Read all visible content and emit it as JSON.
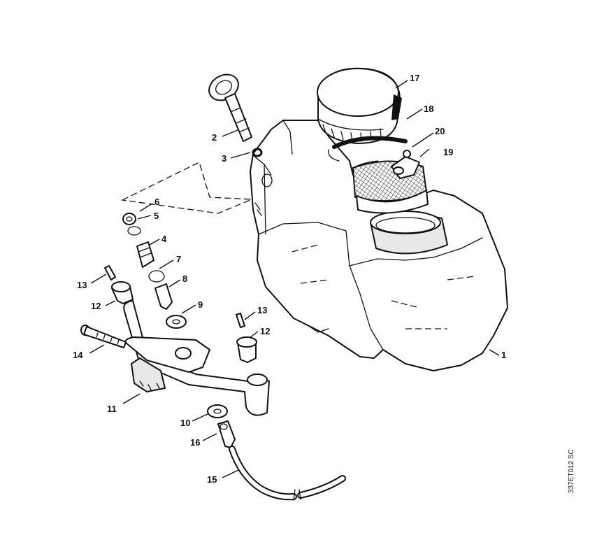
{
  "drawing": {
    "code": "337ET012 SC",
    "parts": [
      {
        "key": "p1",
        "label": "1"
      },
      {
        "key": "p2",
        "label": "2"
      },
      {
        "key": "p3",
        "label": "3"
      },
      {
        "key": "p4",
        "label": "4"
      },
      {
        "key": "p5",
        "label": "5"
      },
      {
        "key": "p6",
        "label": "6"
      },
      {
        "key": "p7",
        "label": "7"
      },
      {
        "key": "p8",
        "label": "8"
      },
      {
        "key": "p9",
        "label": "9"
      },
      {
        "key": "p10",
        "label": "10"
      },
      {
        "key": "p11",
        "label": "11"
      },
      {
        "key": "p12a",
        "label": "12"
      },
      {
        "key": "p12b",
        "label": "12"
      },
      {
        "key": "p13a",
        "label": "13"
      },
      {
        "key": "p13b",
        "label": "13"
      },
      {
        "key": "p14",
        "label": "14"
      },
      {
        "key": "p15",
        "label": "15"
      },
      {
        "key": "p16",
        "label": "16"
      },
      {
        "key": "p17",
        "label": "17"
      },
      {
        "key": "p18",
        "label": "18"
      },
      {
        "key": "p19",
        "label": "19"
      },
      {
        "key": "p20",
        "label": "20"
      }
    ]
  }
}
